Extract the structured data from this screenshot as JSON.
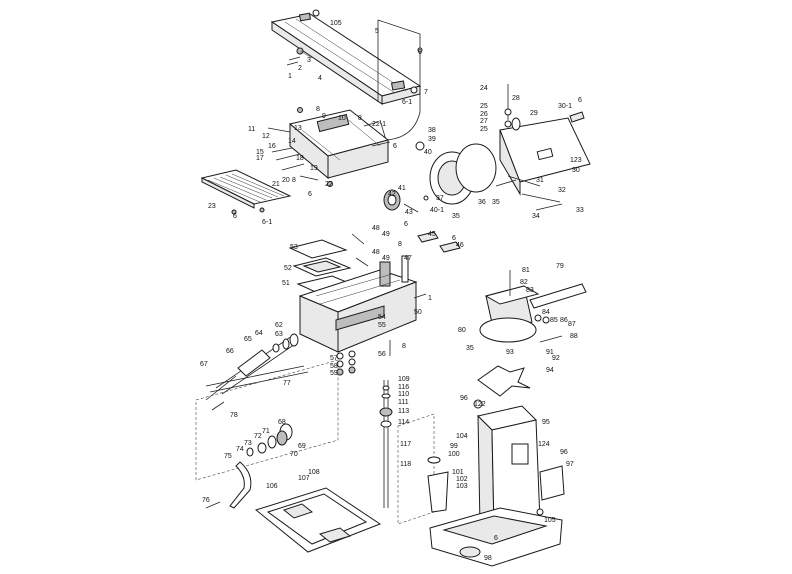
{
  "callouts": [
    {
      "id": "c105a",
      "text": "105"
    },
    {
      "id": "c5",
      "text": "5"
    },
    {
      "id": "c6a",
      "text": "6"
    },
    {
      "id": "c3",
      "text": "3"
    },
    {
      "id": "c2",
      "text": "2"
    },
    {
      "id": "c1",
      "text": "1"
    },
    {
      "id": "c4",
      "text": "4"
    },
    {
      "id": "c7",
      "text": "7"
    },
    {
      "id": "c61a",
      "text": "6-1"
    },
    {
      "id": "c8a",
      "text": "8"
    },
    {
      "id": "c9",
      "text": "9"
    },
    {
      "id": "c10",
      "text": "10"
    },
    {
      "id": "c8b",
      "text": "8"
    },
    {
      "id": "c221",
      "text": "22-1"
    },
    {
      "id": "c11",
      "text": "11"
    },
    {
      "id": "c12",
      "text": "12"
    },
    {
      "id": "c13",
      "text": "13"
    },
    {
      "id": "c14",
      "text": "14"
    },
    {
      "id": "c16",
      "text": "16"
    },
    {
      "id": "c15",
      "text": "15"
    },
    {
      "id": "c18",
      "text": "18"
    },
    {
      "id": "c17",
      "text": "17"
    },
    {
      "id": "c19",
      "text": "19"
    },
    {
      "id": "c21",
      "text": "21"
    },
    {
      "id": "c20",
      "text": "20"
    },
    {
      "id": "c8c",
      "text": "8"
    },
    {
      "id": "c22",
      "text": "22"
    },
    {
      "id": "c6b",
      "text": "6"
    },
    {
      "id": "c6c",
      "text": "6"
    },
    {
      "id": "c23",
      "text": "23"
    },
    {
      "id": "c6d",
      "text": "6"
    },
    {
      "id": "c61b",
      "text": "6-1"
    },
    {
      "id": "c24",
      "text": "24"
    },
    {
      "id": "c25a",
      "text": "25"
    },
    {
      "id": "c26",
      "text": "26"
    },
    {
      "id": "c27",
      "text": "27"
    },
    {
      "id": "c28",
      "text": "28"
    },
    {
      "id": "c29",
      "text": "29"
    },
    {
      "id": "c25b",
      "text": "25"
    },
    {
      "id": "c301",
      "text": "30-1"
    },
    {
      "id": "c6e",
      "text": "6"
    },
    {
      "id": "c38",
      "text": "38"
    },
    {
      "id": "c39",
      "text": "39"
    },
    {
      "id": "c40",
      "text": "40"
    },
    {
      "id": "c123",
      "text": "123"
    },
    {
      "id": "c30",
      "text": "30"
    },
    {
      "id": "c31",
      "text": "31"
    },
    {
      "id": "c32",
      "text": "32"
    },
    {
      "id": "c41",
      "text": "41"
    },
    {
      "id": "c42",
      "text": "42"
    },
    {
      "id": "c43",
      "text": "43"
    },
    {
      "id": "c401",
      "text": "40-1"
    },
    {
      "id": "c37",
      "text": "37"
    },
    {
      "id": "c35a",
      "text": "35"
    },
    {
      "id": "c36",
      "text": "36"
    },
    {
      "id": "c35b",
      "text": "35"
    },
    {
      "id": "c34",
      "text": "34"
    },
    {
      "id": "c33",
      "text": "33"
    },
    {
      "id": "c48a",
      "text": "48"
    },
    {
      "id": "c49a",
      "text": "49"
    },
    {
      "id": "c6f",
      "text": "6"
    },
    {
      "id": "c45",
      "text": "45"
    },
    {
      "id": "c8d",
      "text": "8"
    },
    {
      "id": "c6g",
      "text": "6"
    },
    {
      "id": "c46",
      "text": "46"
    },
    {
      "id": "c53",
      "text": "53"
    },
    {
      "id": "c48b",
      "text": "48"
    },
    {
      "id": "c49b",
      "text": "49"
    },
    {
      "id": "c47",
      "text": "47"
    },
    {
      "id": "c52",
      "text": "52"
    },
    {
      "id": "c51",
      "text": "51"
    },
    {
      "id": "c1b",
      "text": "1"
    },
    {
      "id": "c50",
      "text": "50"
    },
    {
      "id": "c54",
      "text": "54"
    },
    {
      "id": "c55",
      "text": "55"
    },
    {
      "id": "c62",
      "text": "62"
    },
    {
      "id": "c63",
      "text": "63"
    },
    {
      "id": "c64",
      "text": "64"
    },
    {
      "id": "c65",
      "text": "65"
    },
    {
      "id": "c66",
      "text": "66"
    },
    {
      "id": "c67",
      "text": "67"
    },
    {
      "id": "c8e",
      "text": "8"
    },
    {
      "id": "c56",
      "text": "56"
    },
    {
      "id": "c57",
      "text": "57"
    },
    {
      "id": "c58",
      "text": "58"
    },
    {
      "id": "c59",
      "text": "59"
    },
    {
      "id": "c77",
      "text": "77"
    },
    {
      "id": "c78",
      "text": "78"
    },
    {
      "id": "c68",
      "text": "68"
    },
    {
      "id": "c71",
      "text": "71"
    },
    {
      "id": "c72",
      "text": "72"
    },
    {
      "id": "c73",
      "text": "73"
    },
    {
      "id": "c74",
      "text": "74"
    },
    {
      "id": "c75",
      "text": "75"
    },
    {
      "id": "c70",
      "text": "70"
    },
    {
      "id": "c69",
      "text": "69"
    },
    {
      "id": "c76",
      "text": "76"
    },
    {
      "id": "c109",
      "text": "109"
    },
    {
      "id": "c116",
      "text": "116"
    },
    {
      "id": "c110",
      "text": "110"
    },
    {
      "id": "c111",
      "text": "111"
    },
    {
      "id": "c113",
      "text": "113"
    },
    {
      "id": "c114",
      "text": "114"
    },
    {
      "id": "c117",
      "text": "117"
    },
    {
      "id": "c118",
      "text": "118"
    },
    {
      "id": "c108",
      "text": "108"
    },
    {
      "id": "c107",
      "text": "107"
    },
    {
      "id": "c106",
      "text": "106"
    },
    {
      "id": "c81",
      "text": "81"
    },
    {
      "id": "c82",
      "text": "82"
    },
    {
      "id": "c83",
      "text": "83"
    },
    {
      "id": "c79",
      "text": "79"
    },
    {
      "id": "c80",
      "text": "80"
    },
    {
      "id": "c84",
      "text": "84"
    },
    {
      "id": "c85",
      "text": "85"
    },
    {
      "id": "c86",
      "text": "86"
    },
    {
      "id": "c87",
      "text": "87"
    },
    {
      "id": "c88",
      "text": "88"
    },
    {
      "id": "c35c",
      "text": "35"
    },
    {
      "id": "c93",
      "text": "93"
    },
    {
      "id": "c91",
      "text": "91"
    },
    {
      "id": "c92",
      "text": "92"
    },
    {
      "id": "c94",
      "text": "94"
    },
    {
      "id": "c96a",
      "text": "96"
    },
    {
      "id": "c122",
      "text": "122"
    },
    {
      "id": "c95",
      "text": "95"
    },
    {
      "id": "c104",
      "text": "104"
    },
    {
      "id": "c124",
      "text": "124"
    },
    {
      "id": "c99",
      "text": "99"
    },
    {
      "id": "c100",
      "text": "100"
    },
    {
      "id": "c96b",
      "text": "96"
    },
    {
      "id": "c97",
      "text": "97"
    },
    {
      "id": "c101",
      "text": "101"
    },
    {
      "id": "c102",
      "text": "102"
    },
    {
      "id": "c103",
      "text": "103"
    },
    {
      "id": "c105b",
      "text": "105"
    },
    {
      "id": "c6h",
      "text": "6"
    },
    {
      "id": "c98",
      "text": "98"
    }
  ]
}
